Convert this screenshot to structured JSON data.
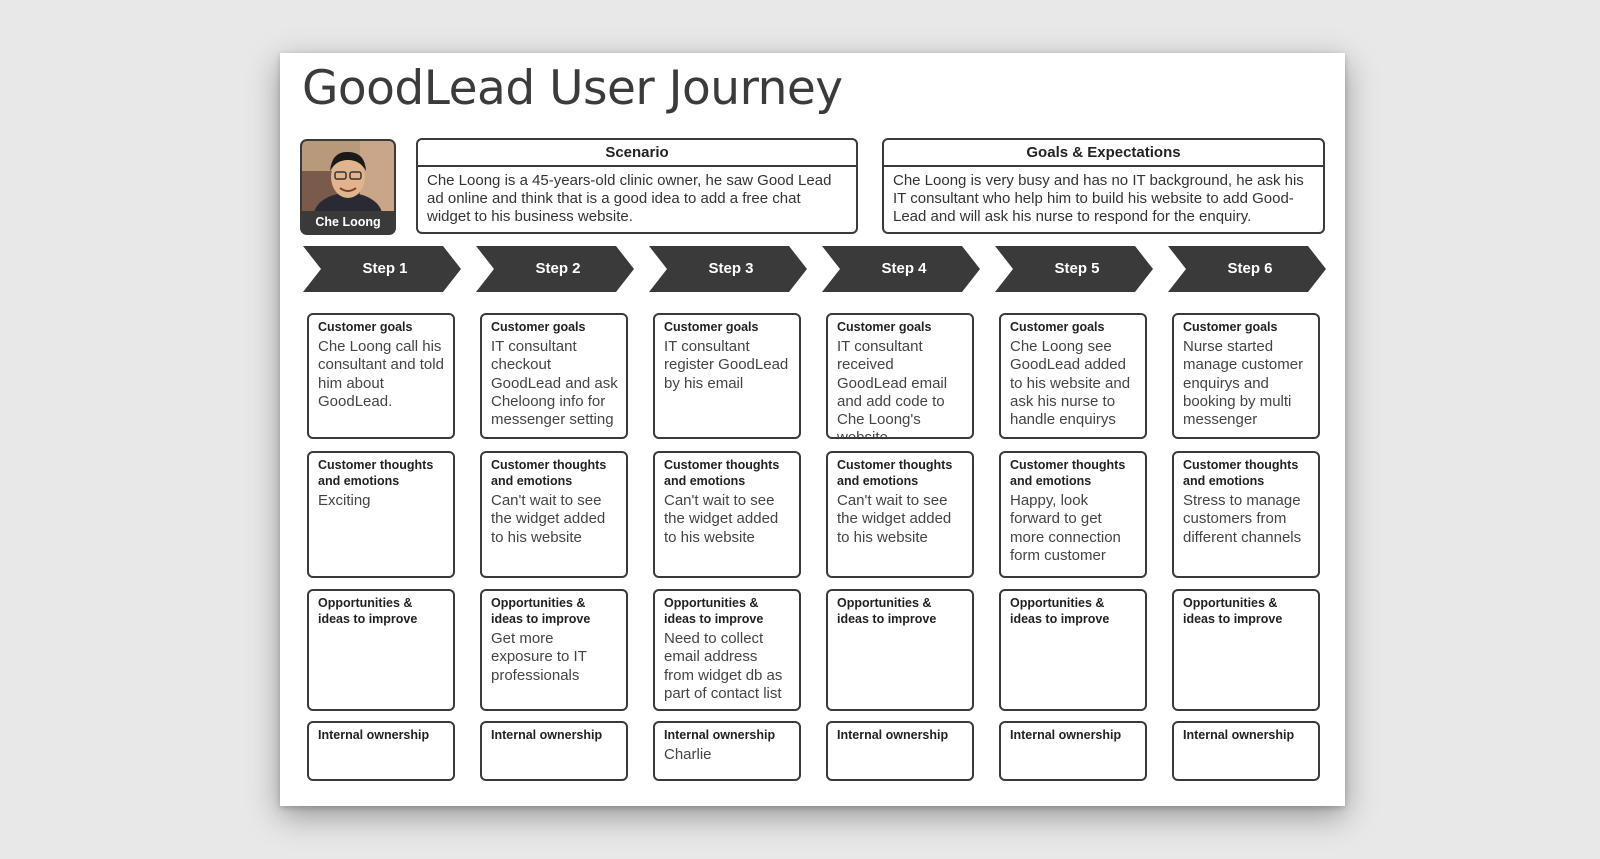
{
  "title": "GoodLead User Journey",
  "persona": {
    "name": "Che Loong"
  },
  "scenario": {
    "heading": "Scenario",
    "text": "Che Loong is a 45-years-old clinic owner, he saw Good Lead ad online and think that is a good idea to add a free chat widget to his business website."
  },
  "goals": {
    "heading": "Goals & Expectations",
    "text": "Che Loong is very busy and has no IT background, he ask his IT consultant who help him to build his website to add Good-Lead and will ask his nurse to respond for the enquiry."
  },
  "row_headings": {
    "goals": "Customer goals",
    "thoughts": "Customer thoughts and emotions",
    "opportunities": "Opportunities & ideas to improve",
    "ownership": "Internal ownership"
  },
  "steps": [
    {
      "label": "Step 1",
      "goals": "Che Loong call his consultant and told him about GoodLead.",
      "thoughts": "Exciting",
      "opportunities": "",
      "ownership": ""
    },
    {
      "label": "Step 2",
      "goals": "IT consultant checkout GoodLead and ask Cheloong info for messenger setting",
      "thoughts": "Can't wait to see the widget added to his website",
      "opportunities": "Get more exposure to IT professionals",
      "ownership": ""
    },
    {
      "label": "Step 3",
      "goals": "IT consultant register GoodLead by his email",
      "thoughts": "Can't wait to see the widget added to his website",
      "opportunities": "Need to collect email address from widget db as part of contact list",
      "ownership": "Charlie"
    },
    {
      "label": "Step 4",
      "goals": "IT consultant received GoodLead email and add code to Che Loong's website",
      "thoughts": "Can't wait to see the widget added to his website",
      "opportunities": "",
      "ownership": ""
    },
    {
      "label": "Step 5",
      "goals": "Che Loong see GoodLead added to his website and ask his nurse to handle enquirys",
      "thoughts": "Happy, look forward to get more connection form customer",
      "opportunities": "",
      "ownership": ""
    },
    {
      "label": "Step 6",
      "goals": "Nurse started manage customer enquirys and booking by multi messenger",
      "thoughts": "Stress to manage customers from different channels",
      "opportunities": "",
      "ownership": ""
    }
  ],
  "colors": {
    "dark": "#3a3a3a",
    "page": "#e8e8e8"
  },
  "icons": {
    "persona": "person-photo-icon"
  }
}
